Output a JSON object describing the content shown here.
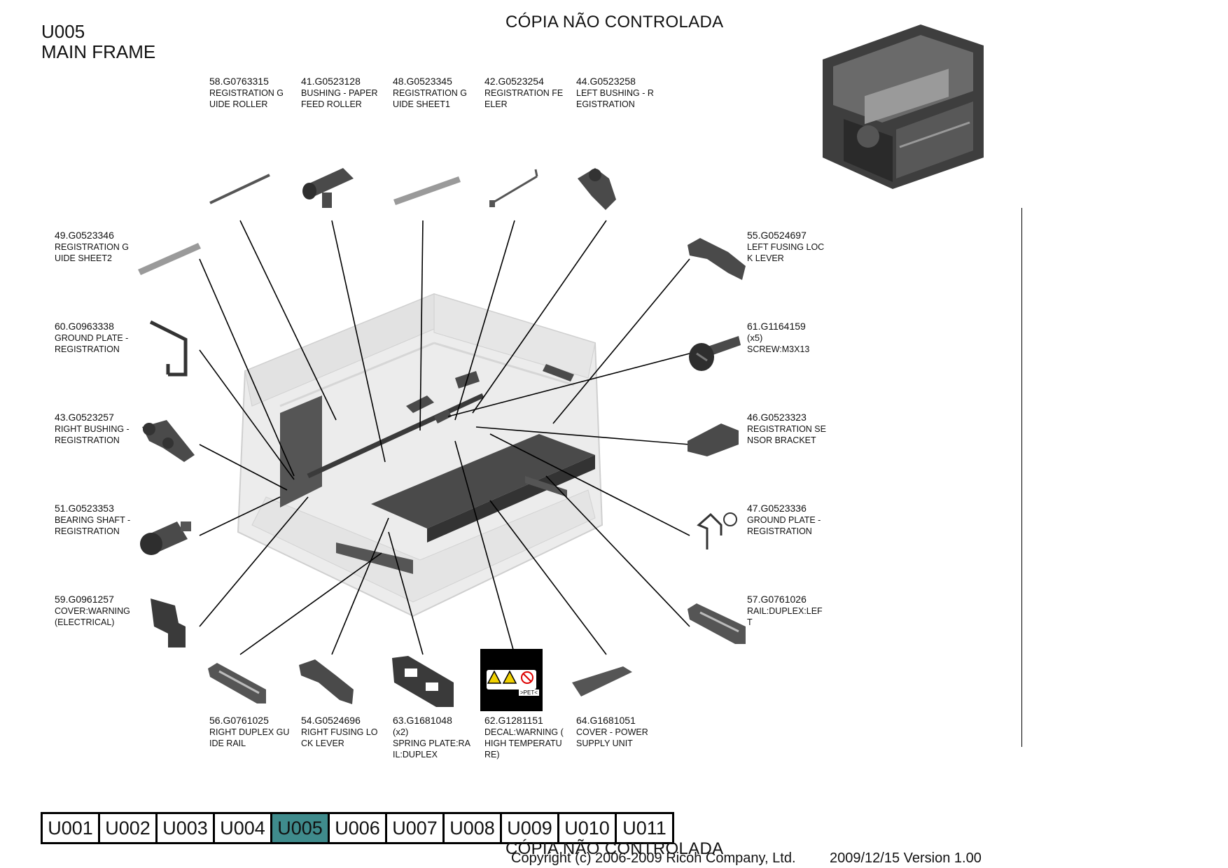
{
  "header": {
    "code": "U005",
    "title": "MAIN FRAME",
    "stamp": "CÓPIA NÃO CONTROLADA"
  },
  "parts": [
    {
      "num": "58.G0763315",
      "qty": "",
      "desc": "REGISTRATION G\nUIDE ROLLER"
    },
    {
      "num": "41.G0523128",
      "qty": "",
      "desc": "BUSHING - PAPER\nFEED ROLLER"
    },
    {
      "num": "48.G0523345",
      "qty": "",
      "desc": "REGISTRATION G\nUIDE SHEET1"
    },
    {
      "num": "42.G0523254",
      "qty": "",
      "desc": "REGISTRATION FE\nELER"
    },
    {
      "num": "44.G0523258",
      "qty": "",
      "desc": "LEFT BUSHING - R\nEGISTRATION"
    },
    {
      "num": "49.G0523346",
      "qty": "",
      "desc": "REGISTRATION G\nUIDE SHEET2"
    },
    {
      "num": "60.G0963338",
      "qty": "",
      "desc": "GROUND PLATE -\nREGISTRATION"
    },
    {
      "num": "43.G0523257",
      "qty": "",
      "desc": "RIGHT BUSHING -\nREGISTRATION"
    },
    {
      "num": "51.G0523353",
      "qty": "",
      "desc": "BEARING SHAFT -\nREGISTRATION"
    },
    {
      "num": "59.G0961257",
      "qty": "",
      "desc": "COVER:WARNING\n(ELECTRICAL)"
    },
    {
      "num": "55.G0524697",
      "qty": "",
      "desc": "LEFT FUSING LOC\nK LEVER"
    },
    {
      "num": "61.G1164159",
      "qty": "(x5)",
      "desc": "SCREW:M3X13"
    },
    {
      "num": "46.G0523323",
      "qty": "",
      "desc": "REGISTRATION SE\nNSOR BRACKET"
    },
    {
      "num": "47.G0523336",
      "qty": "",
      "desc": "GROUND PLATE -\nREGISTRATION"
    },
    {
      "num": "57.G0761026",
      "qty": "",
      "desc": "RAIL:DUPLEX:LEF\nT"
    },
    {
      "num": "56.G0761025",
      "qty": "",
      "desc": "RIGHT DUPLEX GU\nIDE RAIL"
    },
    {
      "num": "54.G0524696",
      "qty": "",
      "desc": "RIGHT FUSING LO\nCK LEVER"
    },
    {
      "num": "63.G1681048",
      "qty": "(x2)",
      "desc": "SPRING PLATE:RA\nIL:DUPLEX"
    },
    {
      "num": "62.G1281151",
      "qty": "",
      "desc": "DECAL:WARNING (\nHIGH TEMPERATU\nRE)"
    },
    {
      "num": "64.G1681051",
      "qty": "",
      "desc": "COVER - POWER\nSUPPLY UNIT"
    }
  ],
  "decal": {
    "text": ">PET<"
  },
  "tabs": [
    {
      "label": "U001",
      "active": false
    },
    {
      "label": "U002",
      "active": false
    },
    {
      "label": "U003",
      "active": false
    },
    {
      "label": "U004",
      "active": false
    },
    {
      "label": "U005",
      "active": true
    },
    {
      "label": "U006",
      "active": false
    },
    {
      "label": "U007",
      "active": false
    },
    {
      "label": "U008",
      "active": false
    },
    {
      "label": "U009",
      "active": false
    },
    {
      "label": "U010",
      "active": false
    },
    {
      "label": "U011",
      "active": false
    }
  ],
  "footer": {
    "stamp": "CÓPIA NÃO CONTROLADA",
    "copyright": "Copyright (c) 2006-2009 Ricoh Company, Ltd.",
    "version": "2009/12/15 Version 1.00"
  },
  "colors": {
    "active_tab": "#3f8b8c",
    "part_fill": "#4a4a4a",
    "ghost": "#d8d8d8"
  }
}
